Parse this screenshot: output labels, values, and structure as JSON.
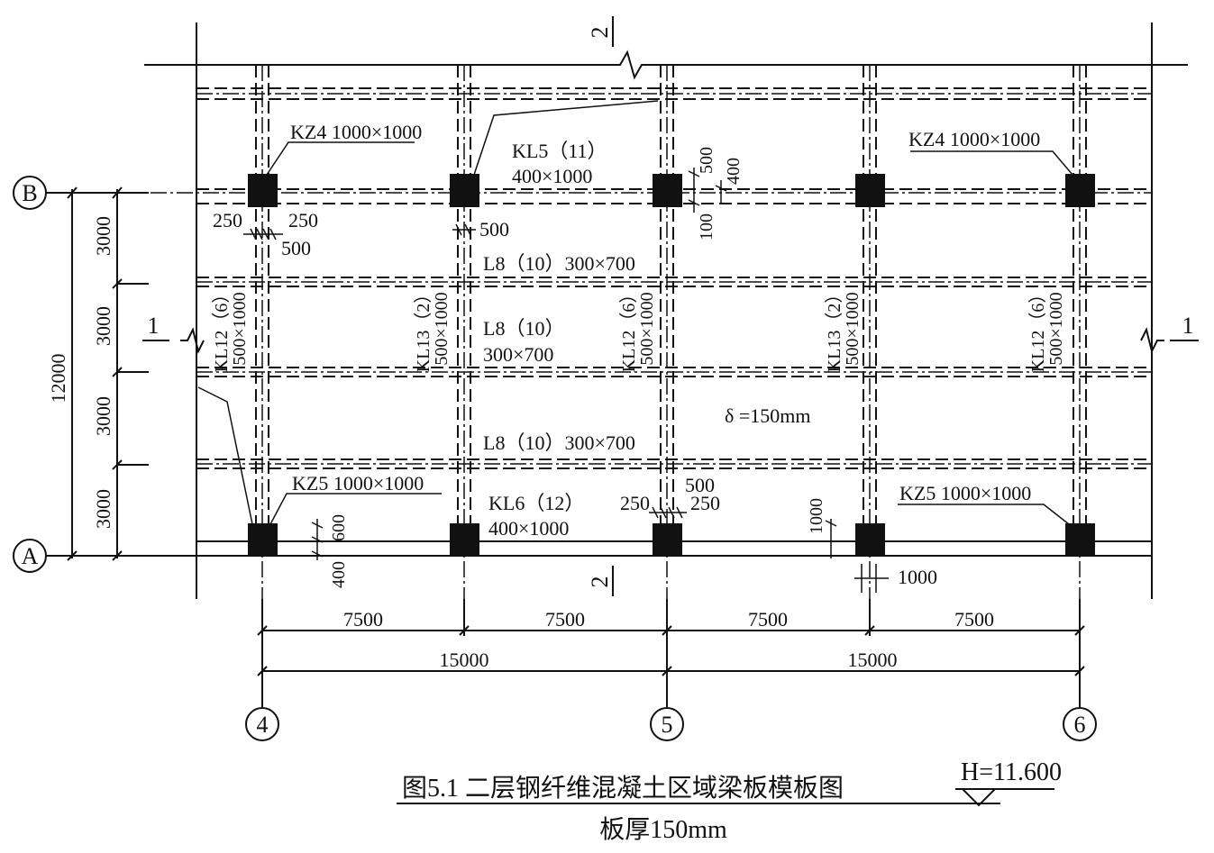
{
  "caption": {
    "title": "图5.1  二层钢纤维混凝土区域梁板模板图",
    "subtitle": "板厚150mm",
    "elevation": "H=11.600"
  },
  "axes": {
    "rows": [
      "B",
      "A"
    ],
    "cols": [
      "4",
      "5",
      "6"
    ]
  },
  "section_marks": {
    "one_left": "1",
    "one_right": "1",
    "two_top": "2",
    "two_bottom": "2"
  },
  "dims": {
    "vertical_total": "12000",
    "vertical_parts": [
      "3000",
      "3000",
      "3000",
      "3000"
    ],
    "horizontal_spans": [
      "7500",
      "7500",
      "7500",
      "7500"
    ],
    "horizontal_totals": [
      "15000",
      "15000"
    ]
  },
  "labels": {
    "kz4_left": "KZ4 1000×1000",
    "kz4_right": "KZ4 1000×1000",
    "kz5_left": "KZ5 1000×1000",
    "kz5_right": "KZ5 1000×1000",
    "kl5_name": "KL5（11）",
    "kl5_size": "400×1000",
    "kl6_name": "KL6（12）",
    "kl6_size": "400×1000",
    "l8_top": "L8（10）300×700",
    "l8_mid_name": "L8（10）",
    "l8_mid_size": "300×700",
    "l8_bottom": "L8（10）300×700",
    "slab": "δ =150mm",
    "kl12_a_name": "KL12（6）",
    "kl12_a_size": "500×1000",
    "kl13_a_name": "KL13（2）",
    "kl13_a_size": "500×1000",
    "kl12_b_name": "KL12（6）",
    "kl12_b_size": "500×1000",
    "kl13_b_name": "KL13（2）",
    "kl13_b_size": "500×1000",
    "kl12_c_name": "KL12（6）",
    "kl12_c_size": "500×1000"
  },
  "small_dims": {
    "d250_left_a": "250",
    "d250_left_b": "250",
    "d500_left": "500",
    "d500_b2": "500",
    "d500_b3": "500",
    "d400_b3": "400",
    "d100_b3": "100",
    "d500_a3": "500",
    "d250_a3_left": "250",
    "d250_a3_right": "250",
    "d600_a1": "600",
    "d400_a1": "400",
    "d1000_a4_v": "1000",
    "d1000_a4_h": "1000"
  }
}
